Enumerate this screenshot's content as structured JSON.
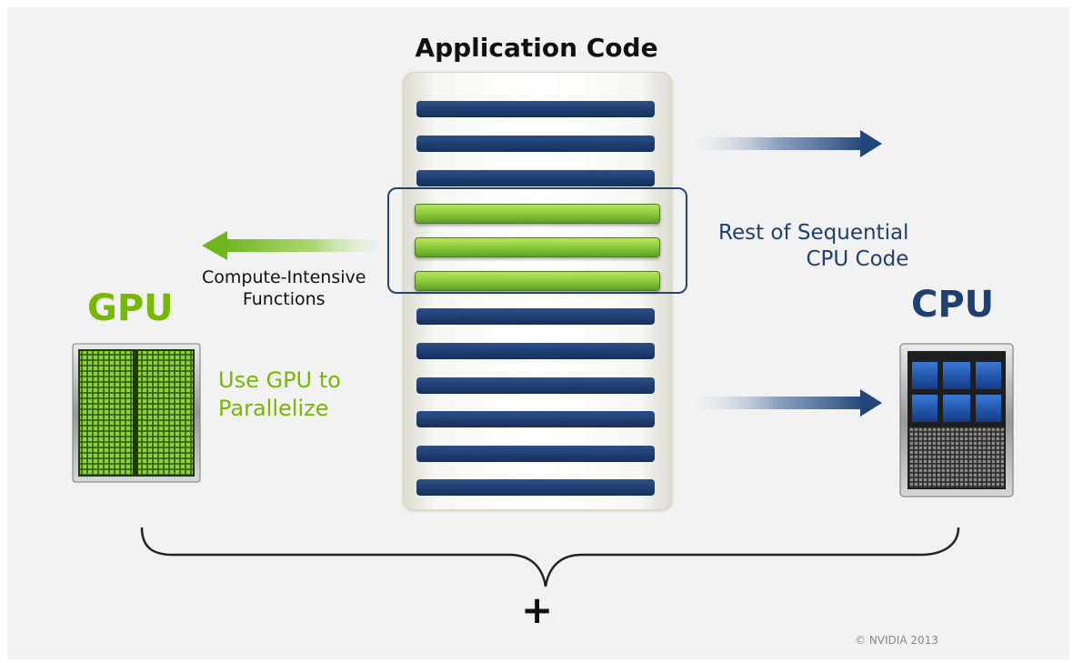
{
  "title": "Application Code",
  "labels": {
    "compute_line1": "Compute-Intensive",
    "compute_line2": "Functions",
    "gpu": "GPU",
    "cpu": "CPU",
    "gpu_caption_line1": "Use GPU to",
    "gpu_caption_line2": "Parallelize",
    "cpu_caption_line1": "Rest of Sequential",
    "cpu_caption_line2": "CPU Code",
    "plus": "+",
    "copyright": "© NVIDIA 2013"
  },
  "code_lines": [
    "sequential",
    "sequential",
    "sequential",
    "compute-intensive",
    "compute-intensive",
    "compute-intensive",
    "sequential",
    "sequential",
    "sequential",
    "sequential",
    "sequential",
    "sequential"
  ],
  "colors": {
    "nvidia_green": "#76b900",
    "code_blue": "#1d3c6e",
    "cpu_blue": "#1f3f70"
  },
  "icons": [
    "gpu-chip-icon",
    "cpu-chip-icon",
    "left-arrow-icon",
    "right-arrow-icon",
    "curly-brace-icon"
  ]
}
